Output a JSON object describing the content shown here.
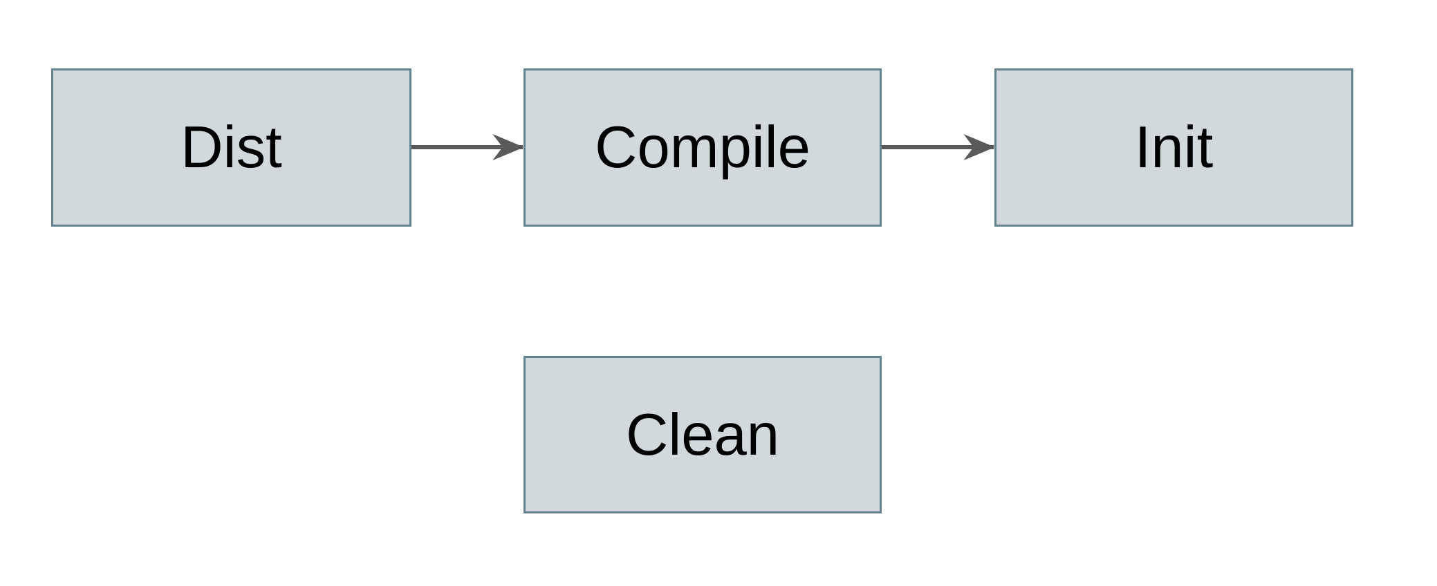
{
  "diagram": {
    "type": "flowchart",
    "nodes": [
      {
        "id": "dist",
        "label": "Dist"
      },
      {
        "id": "compile",
        "label": "Compile"
      },
      {
        "id": "init",
        "label": "Init"
      },
      {
        "id": "clean",
        "label": "Clean"
      }
    ],
    "edges": [
      {
        "from": "dist",
        "to": "compile",
        "style": "solid-arrow"
      },
      {
        "from": "compile",
        "to": "init",
        "style": "solid-arrow"
      }
    ],
    "colors": {
      "node_fill": "#d2d9dd",
      "node_border": "#67828f",
      "arrow": "#595959",
      "text": "#000000",
      "background": "#ffffff"
    }
  }
}
